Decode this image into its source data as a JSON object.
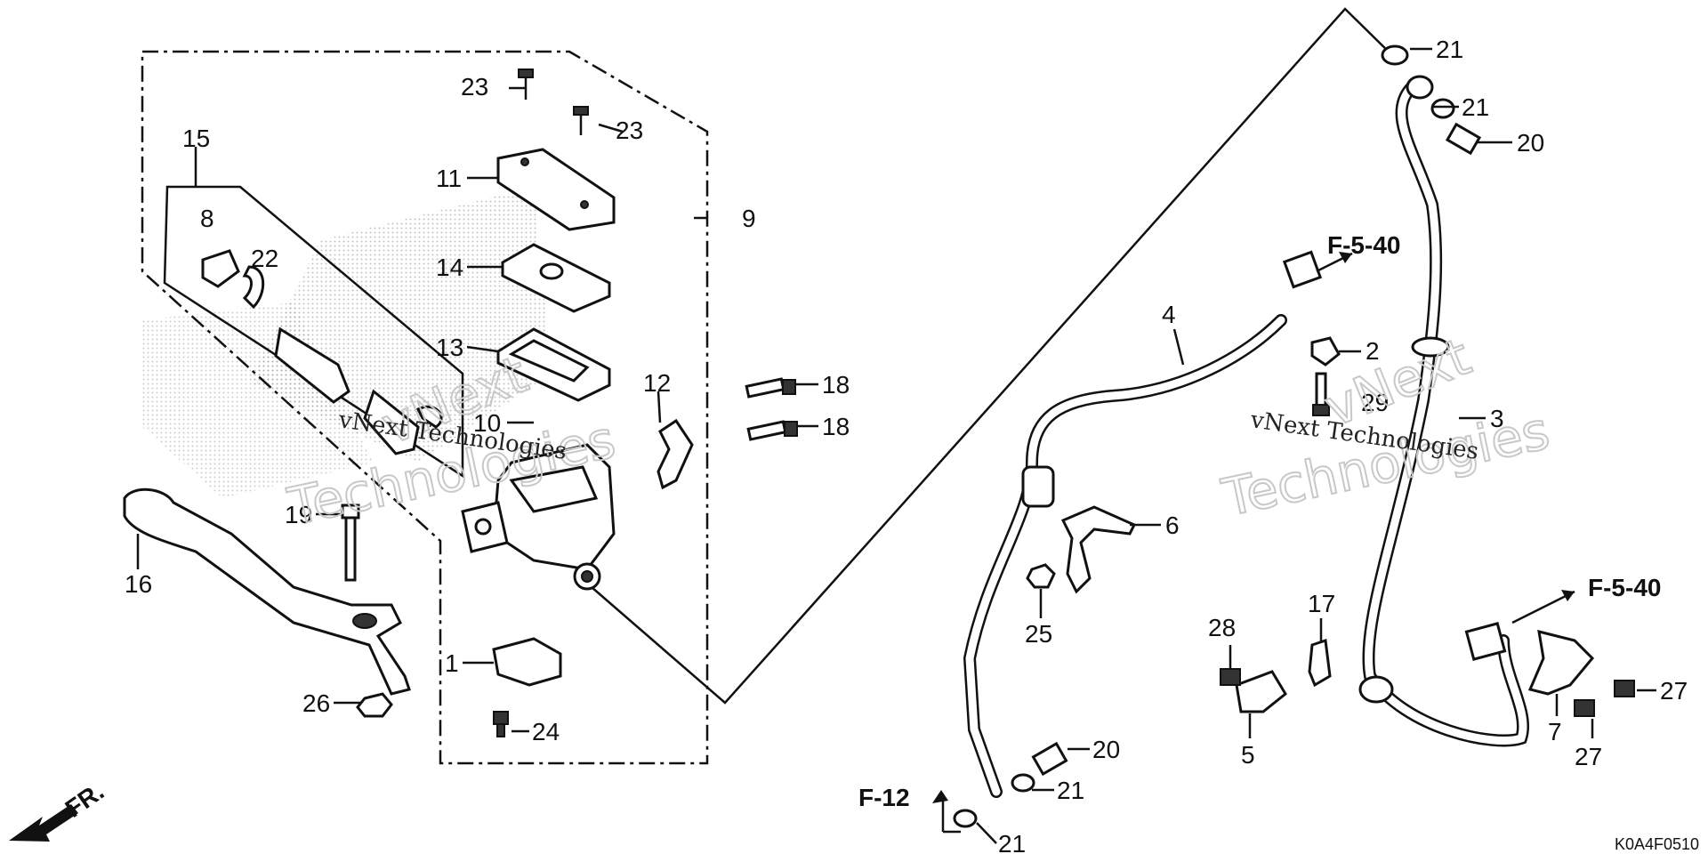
{
  "diagram": {
    "code": "K0A4F0510",
    "front_label": "FR.",
    "labels": {
      "p1": "1",
      "p2": "2",
      "p3": "3",
      "p4": "4",
      "p5": "5",
      "p6": "6",
      "p7": "7",
      "p8": "8",
      "p9": "9",
      "p10": "10",
      "p11": "11",
      "p12": "12",
      "p13": "13",
      "p14": "14",
      "p15": "15",
      "p16": "16",
      "p17": "17",
      "p18a": "18",
      "p18b": "18",
      "p19": "19",
      "p20a": "20",
      "p20b": "20",
      "p21a": "21",
      "p21b": "21",
      "p21c": "21",
      "p21d": "21",
      "p22": "22",
      "p23a": "23",
      "p23b": "23",
      "p24": "24",
      "p25": "25",
      "p26": "26",
      "p27a": "27",
      "p27b": "27",
      "p28": "28",
      "p29": "29"
    },
    "refs": {
      "r1": "F-5-40",
      "r2": "F-5-40",
      "r3": "F-12"
    },
    "watermark": {
      "line1": "vNext Technologies",
      "big1": "vNext",
      "big2": "Technologies"
    }
  }
}
